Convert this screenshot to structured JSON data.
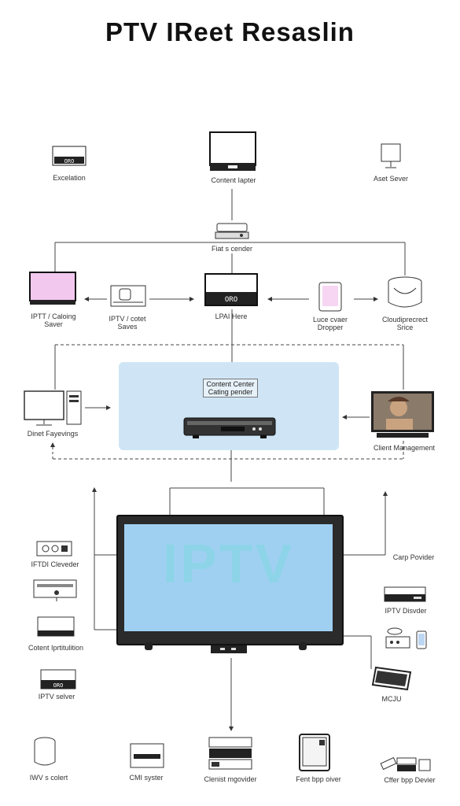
{
  "title": "PTV IReet Resaslin",
  "nodes": {
    "excelation": "Excelation",
    "content_server": "Content Iapter",
    "asset_sever": "Aset Sever",
    "fiat_provider": "Fiat s cender",
    "iptv_catalog_server": "IPTT / Caloing\nSaver",
    "iptv_content_saves": "IPTV / cotet\nSaves",
    "lpai_here": "LPAI Here",
    "large_device_dropper": "Luce cvaer\nDropper",
    "cloud_project_service": "Cloudiprecrect\nSrice",
    "content_center_panel": "Content Center\nCating pender",
    "direct_fayevings": "Dinet Fayevings",
    "client_management": "Client Management",
    "iptv_big_screen": "IPTV",
    "iptdi_cleveder": "IFTDI Cleveder",
    "content_iptitulition": "Cotent Iprtitulition",
    "iptv_selver": "IPTV selver",
    "carp_povider": "Carp Povider",
    "iptv_disvder": "IPTV Disvder",
    "mcju": "MCJU",
    "iwv_s_colert": "IWV s colert",
    "cmi_syster": "CMI syster",
    "clenist_mgovider": "Clenist mgovider",
    "fent_bpp_oiver": "Fent bpp oiver",
    "cffer_bpp_devier": "Cffer bpp Devier"
  },
  "device_badges": {
    "oro_code": "ORO"
  },
  "colors": {
    "panel_bg": "#cfe5f5",
    "screen_bg": "#9fd0f2",
    "screen_text": "#8ed4e8",
    "monitor_pink": "#f2c8ef"
  }
}
